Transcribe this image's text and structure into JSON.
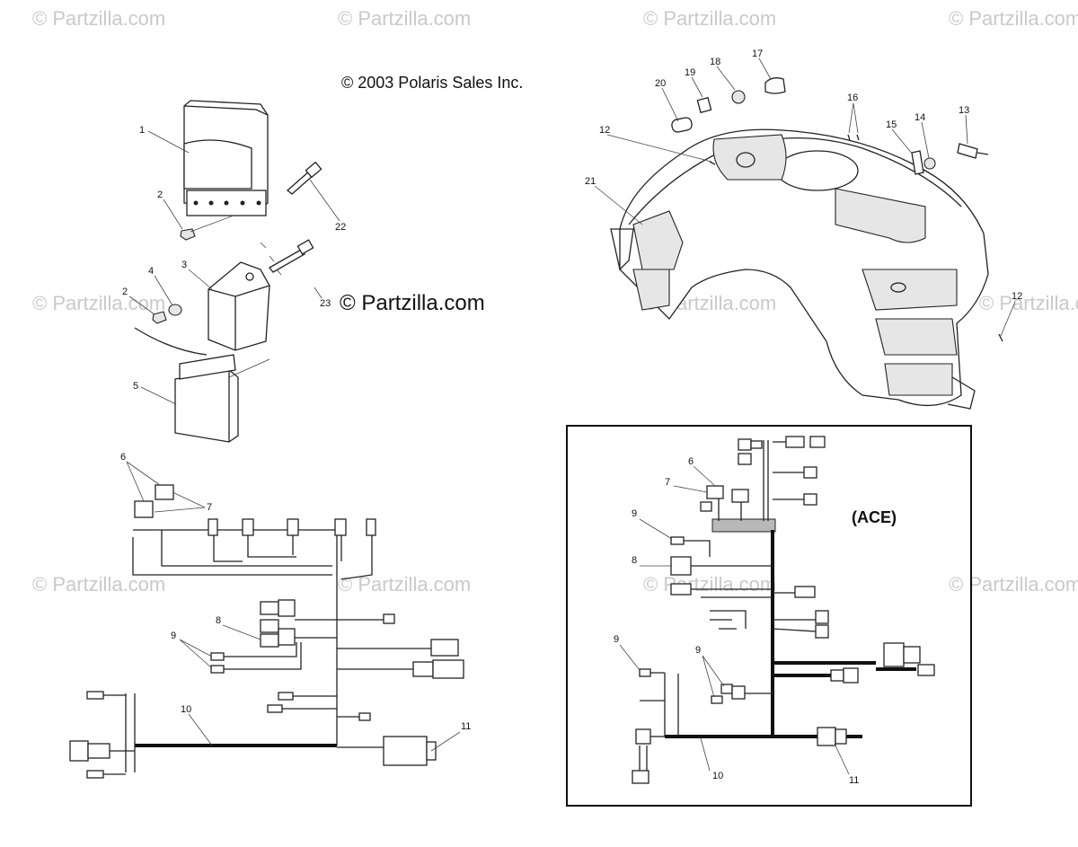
{
  "copyright": "© 2003 Polaris Sales Inc.",
  "partzilla_label": "© Partzilla.com",
  "watermarks": [
    "© Partzilla.com",
    "© Partzilla.com",
    "© Partzilla.com",
    "© Partzilla.com",
    "© Partzilla.com",
    "© Partzilla.com",
    "© Partzilla.com",
    "© Partzilla.com",
    "© Partzilla.com",
    "© Partzilla.com",
    "© Partzilla.com"
  ],
  "inset_label": "(ACE)",
  "callouts": {
    "c1": "1",
    "c2a": "2",
    "c2b": "2",
    "c3": "3",
    "c4": "4",
    "c5": "5",
    "c6": "6",
    "c7": "7",
    "c8": "8",
    "c9": "9",
    "c10": "10",
    "c11": "11",
    "c12a": "12",
    "c12b": "12",
    "c13": "13",
    "c14": "14",
    "c15": "15",
    "c16": "16",
    "c17": "17",
    "c18": "18",
    "c19": "19",
    "c20": "20",
    "c21": "21",
    "c22": "22",
    "c23": "23",
    "i6": "6",
    "i7": "7",
    "i8": "8",
    "i9a": "9",
    "i9b": "9",
    "i9c": "9",
    "i10": "10",
    "i11": "11"
  }
}
